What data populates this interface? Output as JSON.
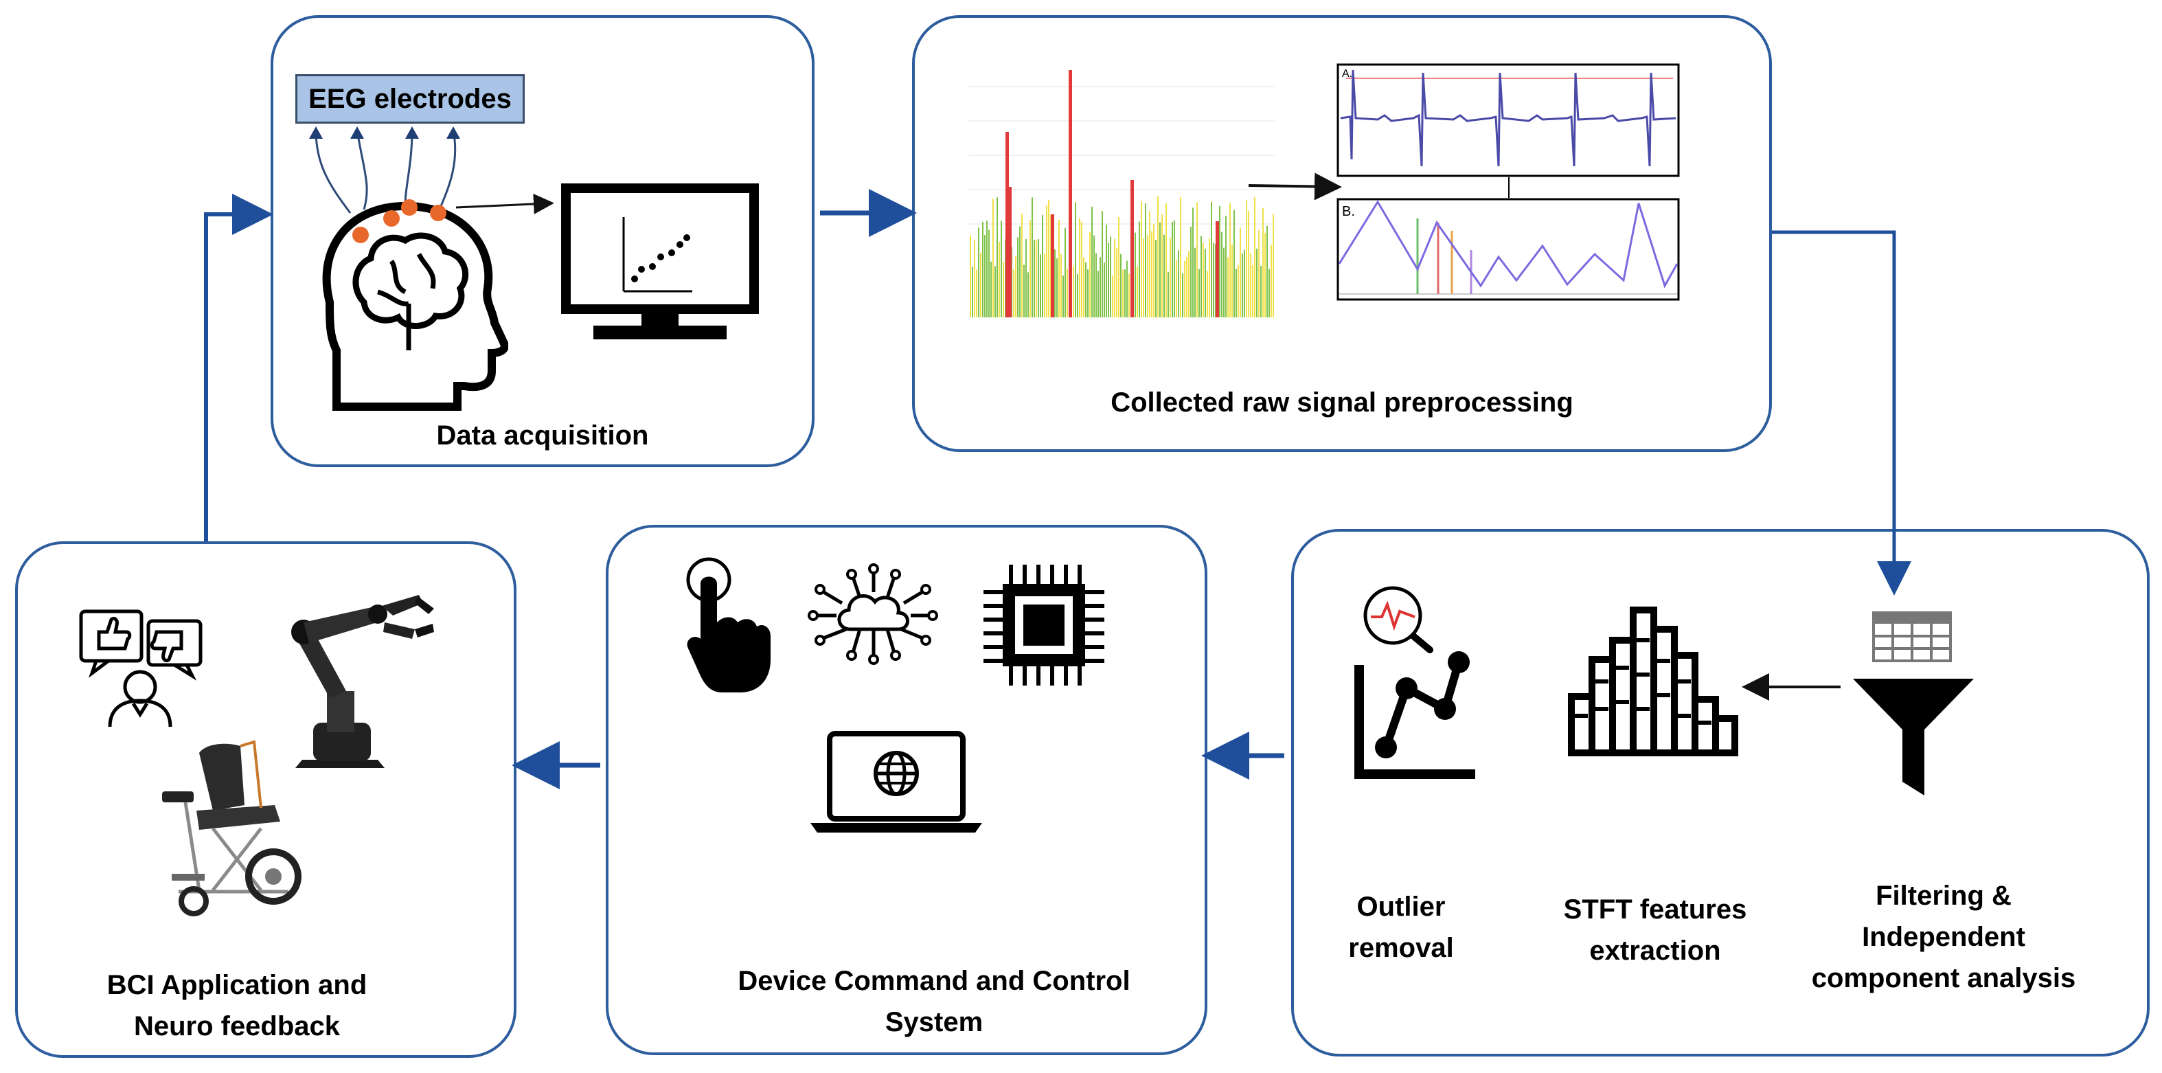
{
  "stages": {
    "acquisition": {
      "title": "Data acquisition",
      "electrodes_label": "EEG electrodes",
      "icons": [
        "head-brain-icon",
        "monitor-scatter-icon"
      ]
    },
    "preprocessing": {
      "title": "Collected raw signal preprocessing",
      "trace_a": "A.",
      "trace_b": "B."
    },
    "processing": {
      "outlier": [
        "Outlier",
        "removal"
      ],
      "stft": [
        "STFT features",
        "extraction"
      ],
      "filtering": [
        "Filtering &",
        "Independent",
        "component analysis"
      ],
      "icons": [
        "outlier-chart-icon",
        "histogram-icon",
        "table-icon",
        "funnel-icon"
      ]
    },
    "control": {
      "title": [
        "Device Command and Control",
        "System"
      ],
      "icons": [
        "touch-icon",
        "cloud-network-icon",
        "chip-icon",
        "laptop-globe-icon"
      ]
    },
    "application": {
      "title": [
        "BCI Application and",
        "Neuro feedback"
      ],
      "icons": [
        "feedback-people-icon",
        "robotic-arm-icon",
        "wheelchair-icon"
      ]
    }
  },
  "colors": {
    "panel_border": "#2e5d9e",
    "arrow": "#1f4f9b",
    "electrode_box": "#a9c4e6",
    "electrode_dot": "#e8682c",
    "trace": "#6b5fd3",
    "spike_red": "#e23a3a",
    "bar_yellow": "#f0e04a",
    "bar_green": "#7fc24a"
  }
}
